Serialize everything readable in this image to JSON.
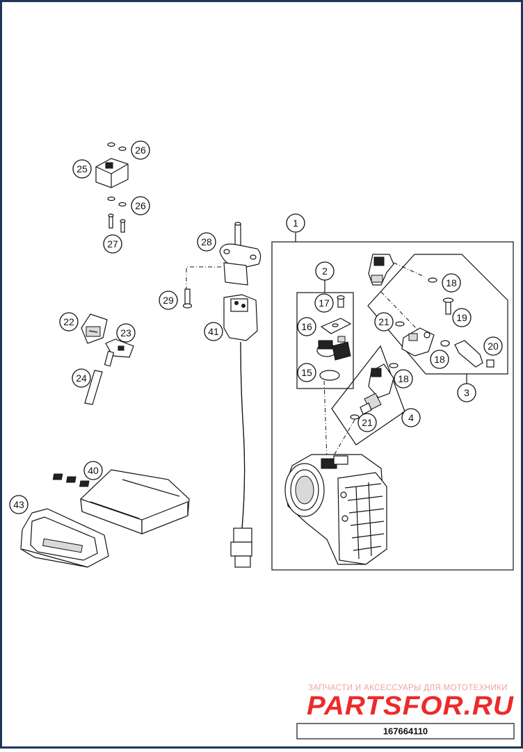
{
  "callouts": [
    "1",
    "2",
    "3",
    "4",
    "15",
    "16",
    "17",
    "18",
    "18",
    "18",
    "19",
    "20",
    "21",
    "21",
    "22",
    "23",
    "24",
    "25",
    "26",
    "26",
    "27",
    "28",
    "29",
    "40",
    "41",
    "43"
  ],
  "watermark": {
    "tagline": "ЗАПЧАСТИ И АКСЕССУАРЫ ДЛЯ МОТОТЕХНИКИ",
    "brand": "PARTSFOR.RU"
  },
  "reference_number": "167664110",
  "colors": {
    "frame": "#1d3557",
    "ink": "#111111",
    "watermark": "#ee2a2a"
  }
}
